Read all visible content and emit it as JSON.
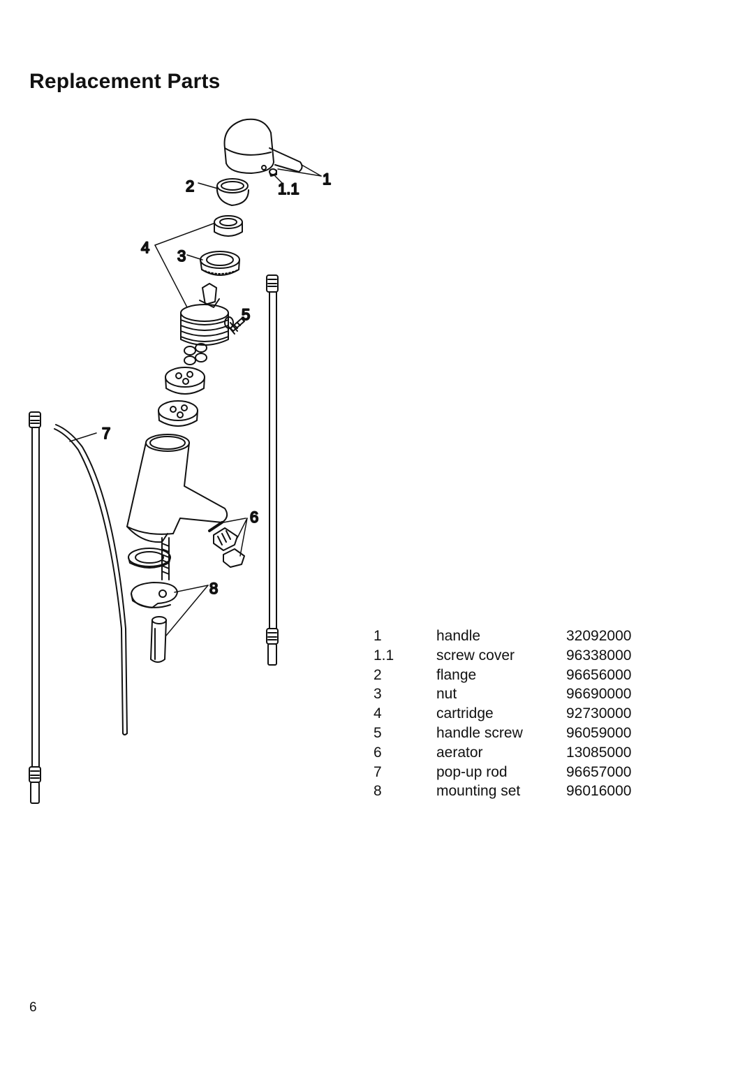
{
  "page": {
    "title": "Replacement Parts",
    "page_number": "6"
  },
  "callouts": {
    "c1": "1",
    "c1_1": "1.1",
    "c2": "2",
    "c3": "3",
    "c4": "4",
    "c5": "5",
    "c6": "6",
    "c7": "7",
    "c8": "8"
  },
  "parts": [
    {
      "number": "1",
      "name": "handle",
      "part_no": "32092000"
    },
    {
      "number": "1.1",
      "name": "screw cover",
      "part_no": "96338000"
    },
    {
      "number": "2",
      "name": "flange",
      "part_no": "96656000"
    },
    {
      "number": "3",
      "name": "nut",
      "part_no": "96690000"
    },
    {
      "number": "4",
      "name": "cartridge",
      "part_no": "92730000"
    },
    {
      "number": "5",
      "name": "handle screw",
      "part_no": "96059000"
    },
    {
      "number": "6",
      "name": "aerator",
      "part_no": "13085000"
    },
    {
      "number": "7",
      "name": "pop-up rod",
      "part_no": "96657000"
    },
    {
      "number": "8",
      "name": "mounting set",
      "part_no": "96016000"
    }
  ]
}
